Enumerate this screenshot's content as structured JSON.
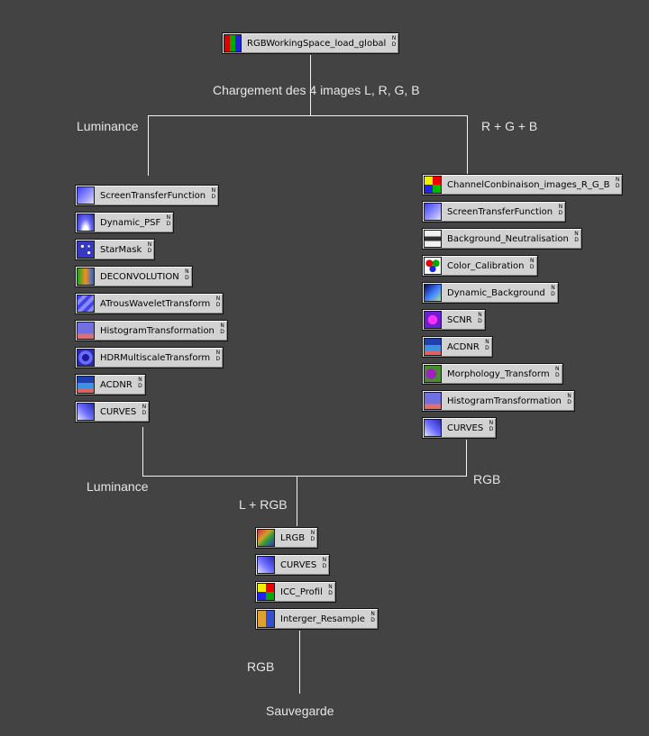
{
  "labels": {
    "load": "Chargement des 4 images L, R, G, B",
    "luminance_top": "Luminance",
    "rgb_top": "R + G + B",
    "luminance_bottom": "Luminance",
    "rgb_bottom": "RGB",
    "lrgb": "L + RGB",
    "rgb_final": "RGB",
    "save": "Sauvegarde"
  },
  "nodes": {
    "root": {
      "label": "RGBWorkingSpace_load_global",
      "icon": "rgb-working-space-icon"
    },
    "left": [
      {
        "label": "ScreenTransferFunction",
        "icon": "screen-transfer-icon"
      },
      {
        "label": "Dynamic_PSF",
        "icon": "psf-icon"
      },
      {
        "label": "StarMask",
        "icon": "starmask-icon"
      },
      {
        "label": "DECONVOLUTION",
        "icon": "deconvolution-icon"
      },
      {
        "label": "ATrousWaveletTransform",
        "icon": "wavelet-icon"
      },
      {
        "label": "HistogramTransformation",
        "icon": "histogram-icon"
      },
      {
        "label": "HDRMultiscaleTransform",
        "icon": "hdr-icon"
      },
      {
        "label": "ACDNR",
        "icon": "acdnr-icon"
      },
      {
        "label": "CURVES",
        "icon": "curves-icon"
      }
    ],
    "right": [
      {
        "label": "ChannelConbinaison_images_R_G_B",
        "icon": "channel-combination-icon"
      },
      {
        "label": "ScreenTransferFunction",
        "icon": "screen-transfer-icon"
      },
      {
        "label": "Background_Neutralisation",
        "icon": "background-neutralization-icon"
      },
      {
        "label": "Color_Calibration",
        "icon": "color-calibration-icon"
      },
      {
        "label": "Dynamic_Background",
        "icon": "dynamic-background-icon"
      },
      {
        "label": "SCNR",
        "icon": "scnr-icon"
      },
      {
        "label": "ACDNR",
        "icon": "acdnr-icon"
      },
      {
        "label": "Morphology_Transform",
        "icon": "morphology-icon"
      },
      {
        "label": "HistogramTransformation",
        "icon": "histogram-icon"
      },
      {
        "label": "CURVES",
        "icon": "curves-icon"
      }
    ],
    "bottom": [
      {
        "label": "LRGB",
        "icon": "lrgb-icon"
      },
      {
        "label": "CURVES",
        "icon": "curves-icon"
      },
      {
        "label": "ICC_Profil",
        "icon": "icc-profile-icon"
      },
      {
        "label": "Interger_Resample",
        "icon": "resample-icon"
      }
    ]
  },
  "node_corner_glyph": "N\nD"
}
